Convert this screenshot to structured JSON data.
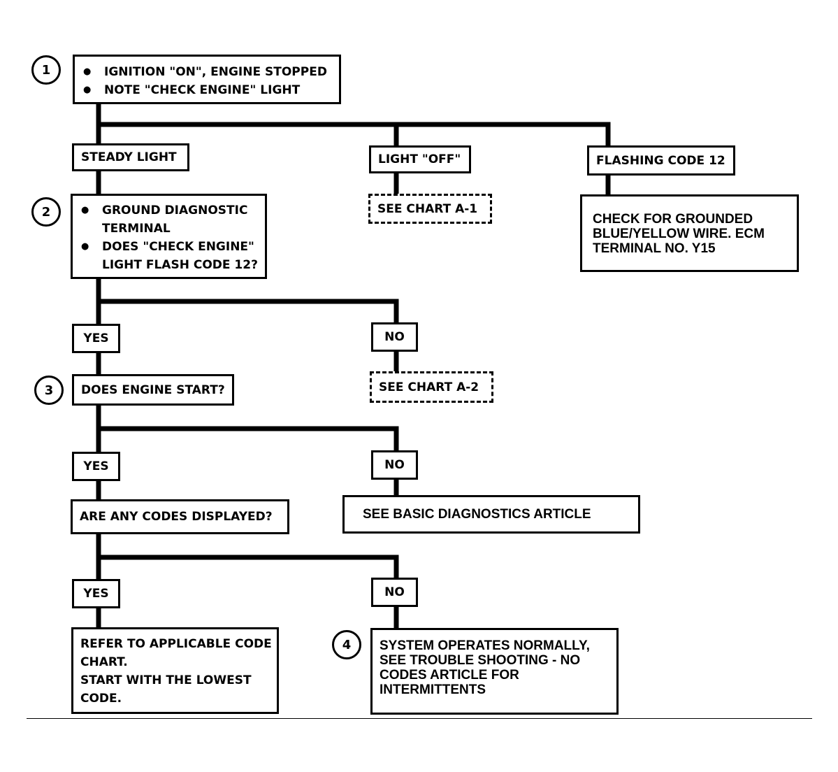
{
  "steps": {
    "s1": "1",
    "s2": "2",
    "s3": "3",
    "s4": "4"
  },
  "step1": {
    "items": [
      "IGNITION \"ON\", ENGINE STOPPED",
      "NOTE \"CHECK ENGINE\" LIGHT"
    ]
  },
  "branch1": {
    "steady": "STEADY LIGHT",
    "off": "LIGHT \"OFF\"",
    "flashing": "FLASHING CODE 12",
    "see_a1": "SEE CHART A-1",
    "grounded_lines": [
      "CHECK FOR GROUNDED",
      "BLUE/YELLOW WIRE. ECM",
      "TERMINAL NO. Y15"
    ]
  },
  "step2": {
    "item1_lines": [
      "GROUND DIAGNOSTIC",
      "TERMINAL"
    ],
    "item2_lines": [
      "DOES \"CHECK ENGINE\"",
      "LIGHT FLASH CODE 12?"
    ]
  },
  "branch2": {
    "yes": "YES",
    "no": "NO",
    "see_a2": "SEE CHART A-2"
  },
  "step3": {
    "question": "DOES ENGINE START?"
  },
  "branch3": {
    "yes": "YES",
    "no": "NO",
    "codes_question": "ARE ANY CODES DISPLAYED?",
    "basic_diag": "SEE BASIC DIAGNOSTICS ARTICLE"
  },
  "branch4": {
    "yes": "YES",
    "no": "NO",
    "refer_lines": [
      "REFER TO APPLICABLE CODE",
      "CHART.",
      "START WITH THE LOWEST",
      "CODE."
    ],
    "normal_lines": [
      "SYSTEM OPERATES NORMALLY,",
      "SEE TROUBLE SHOOTING  -  NO",
      "CODES ARTICLE FOR",
      "INTERMITTENTS"
    ]
  }
}
